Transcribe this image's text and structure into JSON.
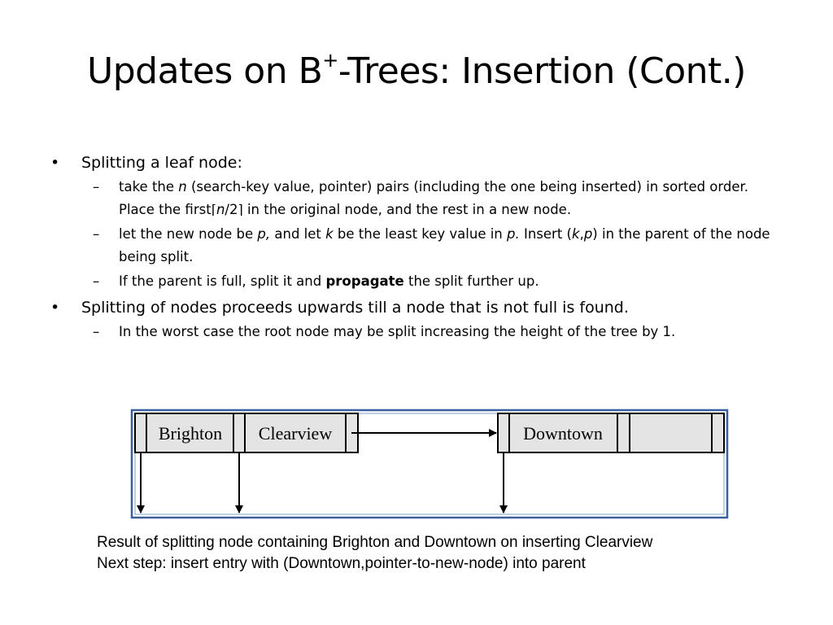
{
  "slide": {
    "title_main": "Updates on B",
    "title_sup": "+",
    "title_rest": "-Trees:  Insertion (Cont.)"
  },
  "bullets": [
    {
      "text": "Splitting a leaf node:",
      "sub": [
        {
          "parts": [
            "take the ",
            "n",
            " (search-key value, pointer) pairs (including the one being inserted) in sorted order.  Place the first",
            "⌈",
            "n",
            "/2",
            "⌉",
            " in the original node, and the rest in a new node."
          ]
        },
        {
          "parts": [
            "let the new node be ",
            "p,",
            " and let ",
            "k",
            " be the least key value in ",
            "p.",
            "  Insert (",
            "k",
            ",",
            "p",
            ") in the parent of the node being split."
          ]
        },
        {
          "parts": [
            "If the parent is full, split it and ",
            "propagate",
            " the split further up."
          ]
        }
      ]
    },
    {
      "text": "Splitting of nodes proceeds upwards till a node that is not full is found.",
      "sub": [
        {
          "parts": [
            "In the worst case the root node may be split increasing the height of the tree by 1."
          ]
        }
      ]
    }
  ],
  "diagram": {
    "left_node": [
      "Brighton",
      "Clearview"
    ],
    "right_node": [
      "Downtown",
      ""
    ]
  },
  "caption": [
    "Result of splitting node containing Brighton and Downtown on inserting Clearview",
    "Next step: insert entry with (Downtown,pointer-to-new-node) into parent"
  ]
}
